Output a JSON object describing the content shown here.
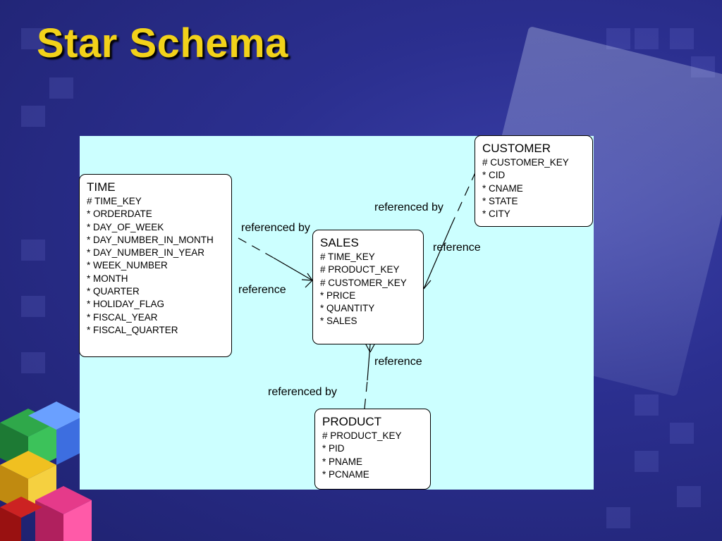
{
  "slide": {
    "title": "Star Schema"
  },
  "diagram": {
    "entities": {
      "time": {
        "name": "TIME",
        "attributes": [
          "#  TIME_KEY",
          "*  ORDERDATE",
          "*  DAY_OF_WEEK",
          "*  DAY_NUMBER_IN_MONTH",
          "*  DAY_NUMBER_IN_YEAR",
          "*  WEEK_NUMBER",
          "*  MONTH",
          "*  QUARTER",
          "*  HOLIDAY_FLAG",
          "*  FISCAL_YEAR",
          "*  FISCAL_QUARTER"
        ]
      },
      "sales": {
        "name": "SALES",
        "attributes": [
          "#  TIME_KEY",
          "#  PRODUCT_KEY",
          "#  CUSTOMER_KEY",
          "*  PRICE",
          "*  QUANTITY",
          "*  SALES"
        ]
      },
      "customer": {
        "name": "CUSTOMER",
        "attributes": [
          "#  CUSTOMER_KEY",
          "*  CID",
          "*  CNAME",
          "*  STATE",
          "*  CITY"
        ]
      },
      "product": {
        "name": "PRODUCT",
        "attributes": [
          "#  PRODUCT_KEY",
          "*  PID",
          "*  PNAME",
          "*  PCNAME"
        ]
      }
    },
    "relationships": {
      "time_sales": {
        "from_label": "referenced by",
        "to_label": "reference"
      },
      "customer_sales": {
        "from_label": "referenced by",
        "to_label": "reference"
      },
      "product_sales": {
        "from_label": "referenced by",
        "to_label": "reference"
      }
    }
  }
}
